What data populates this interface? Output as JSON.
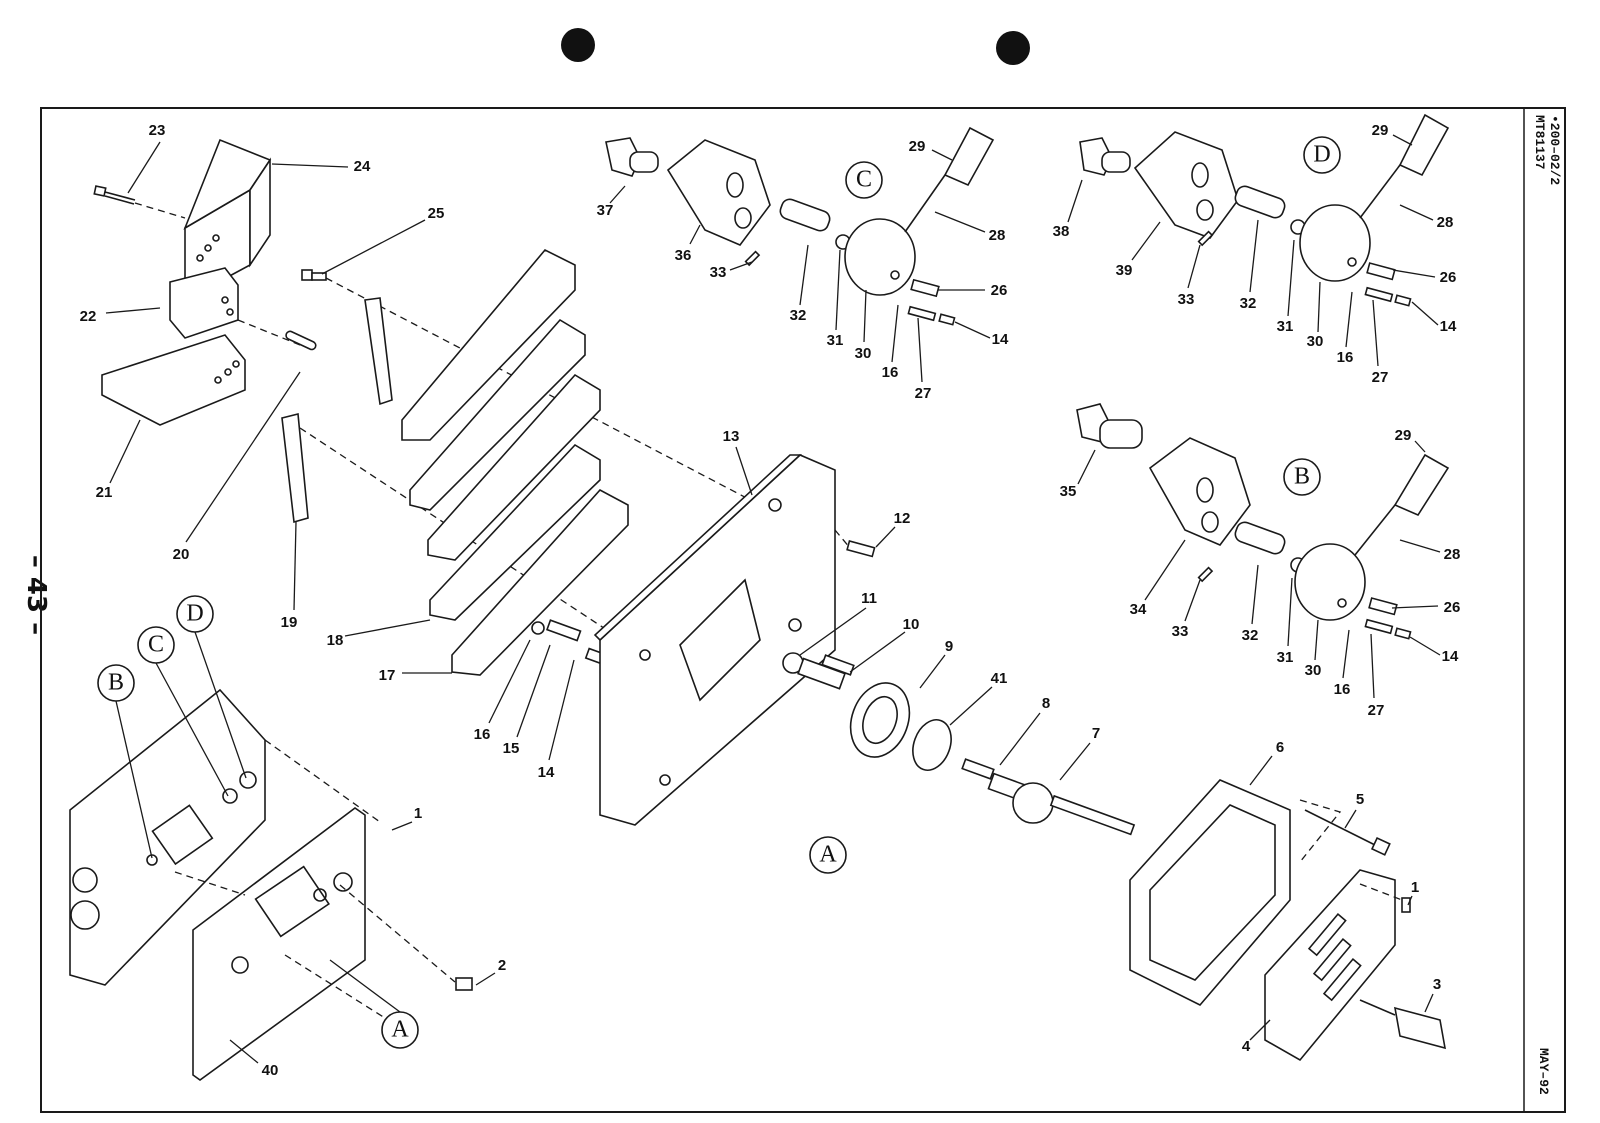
{
  "drawing": {
    "code": "MT81137",
    "sheet": "•200–02/2",
    "date": "MAY–92",
    "page_number": "– 43 –"
  },
  "view_labels": [
    "A",
    "B",
    "C",
    "D"
  ],
  "part_numbers": [
    "1",
    "2",
    "3",
    "4",
    "5",
    "6",
    "7",
    "8",
    "9",
    "10",
    "11",
    "12",
    "13",
    "14",
    "15",
    "16",
    "17",
    "18",
    "19",
    "20",
    "21",
    "22",
    "23",
    "24",
    "25",
    "26",
    "27",
    "28",
    "29",
    "30",
    "31",
    "32",
    "33",
    "34",
    "35",
    "36",
    "37",
    "38",
    "39",
    "40",
    "41"
  ],
  "callouts": [
    {
      "n": "23",
      "ref": "23"
    },
    {
      "n": "24",
      "ref": "24"
    },
    {
      "n": "25",
      "ref": "25"
    },
    {
      "n": "22",
      "ref": "22"
    },
    {
      "n": "21",
      "ref": "21"
    },
    {
      "n": "20",
      "ref": "20"
    },
    {
      "n": "19",
      "ref": "19"
    },
    {
      "n": "18",
      "ref": "18"
    },
    {
      "n": "17",
      "ref": "17"
    },
    {
      "n": "16",
      "ref": "16"
    },
    {
      "n": "15",
      "ref": "15"
    },
    {
      "n": "14",
      "ref": "14"
    },
    {
      "n": "13",
      "ref": "13"
    },
    {
      "n": "12",
      "ref": "12"
    },
    {
      "n": "11",
      "ref": "11"
    },
    {
      "n": "10",
      "ref": "10"
    },
    {
      "n": "9",
      "ref": "9"
    },
    {
      "n": "41",
      "ref": "41"
    },
    {
      "n": "8",
      "ref": "8"
    },
    {
      "n": "7",
      "ref": "7"
    },
    {
      "n": "6",
      "ref": "6"
    },
    {
      "n": "5",
      "ref": "5"
    },
    {
      "n": "1",
      "ref": "1"
    },
    {
      "n": "3",
      "ref": "3"
    },
    {
      "n": "4",
      "ref": "4"
    },
    {
      "n": "2",
      "ref": "2"
    },
    {
      "n": "40",
      "ref": "40"
    },
    {
      "n": "1",
      "ref": "1"
    },
    {
      "n": "37",
      "ref": "37"
    },
    {
      "n": "36",
      "ref": "36"
    },
    {
      "n": "33",
      "ref": "33"
    },
    {
      "n": "32",
      "ref": "32"
    },
    {
      "n": "31",
      "ref": "31"
    },
    {
      "n": "30",
      "ref": "30"
    },
    {
      "n": "16",
      "ref": "16"
    },
    {
      "n": "27",
      "ref": "27"
    },
    {
      "n": "14",
      "ref": "14"
    },
    {
      "n": "26",
      "ref": "26"
    },
    {
      "n": "28",
      "ref": "28"
    },
    {
      "n": "29",
      "ref": "29"
    },
    {
      "n": "38",
      "ref": "38"
    },
    {
      "n": "39",
      "ref": "39"
    },
    {
      "n": "33",
      "ref": "33"
    },
    {
      "n": "32",
      "ref": "32"
    },
    {
      "n": "31",
      "ref": "31"
    },
    {
      "n": "30",
      "ref": "30"
    },
    {
      "n": "16",
      "ref": "16"
    },
    {
      "n": "27",
      "ref": "27"
    },
    {
      "n": "14",
      "ref": "14"
    },
    {
      "n": "26",
      "ref": "26"
    },
    {
      "n": "28",
      "ref": "28"
    },
    {
      "n": "29",
      "ref": "29"
    },
    {
      "n": "35",
      "ref": "35"
    },
    {
      "n": "34",
      "ref": "34"
    },
    {
      "n": "33",
      "ref": "33"
    },
    {
      "n": "32",
      "ref": "32"
    },
    {
      "n": "31",
      "ref": "31"
    },
    {
      "n": "30",
      "ref": "30"
    },
    {
      "n": "16",
      "ref": "16"
    },
    {
      "n": "27",
      "ref": "27"
    },
    {
      "n": "14",
      "ref": "14"
    },
    {
      "n": "26",
      "ref": "26"
    },
    {
      "n": "28",
      "ref": "28"
    },
    {
      "n": "29",
      "ref": "29"
    }
  ],
  "colors": {
    "ink": "#1a1a1a",
    "paper": "#ffffff"
  }
}
